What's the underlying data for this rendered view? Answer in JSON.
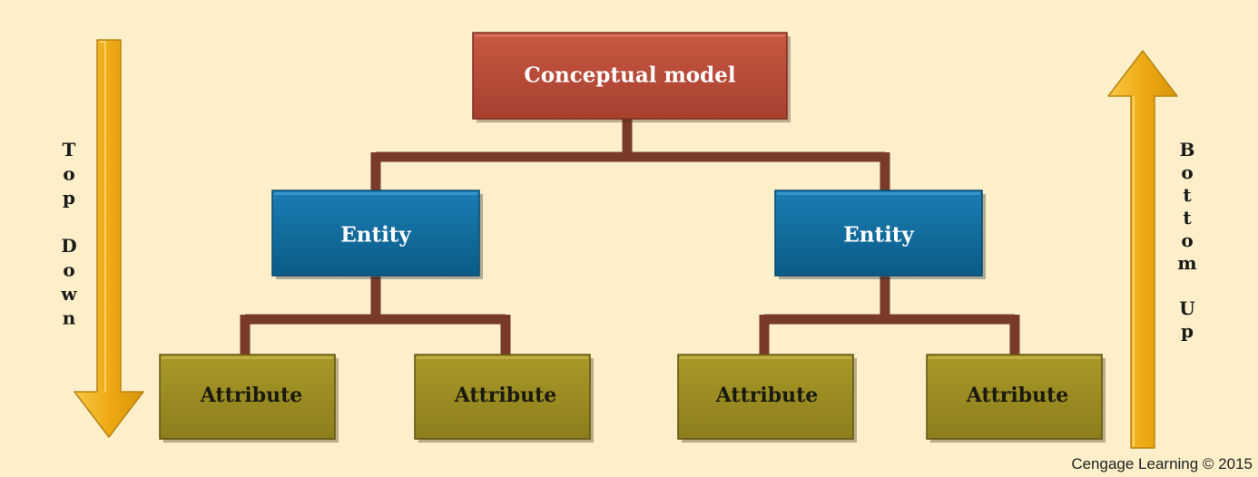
{
  "concept": {
    "label": "Conceptual model"
  },
  "entities": [
    {
      "label": "Entity",
      "attributes": [
        {
          "label": "Attribute"
        },
        {
          "label": "Attribute"
        }
      ]
    },
    {
      "label": "Entity",
      "attributes": [
        {
          "label": "Attribute"
        },
        {
          "label": "Attribute"
        }
      ]
    }
  ],
  "arrows": {
    "left": {
      "label": "Top Down",
      "direction": "down"
    },
    "right": {
      "label": "Bottom Up",
      "direction": "up"
    }
  },
  "credit": "Cengage Learning © 2015",
  "colors": {
    "background": "#fcefc9",
    "concept_box": "#b94a38",
    "entity_box": "#0f6a9b",
    "attribute_box": "#9a8b23",
    "connector": "#7a3a2a",
    "arrow": "#f0b019"
  }
}
